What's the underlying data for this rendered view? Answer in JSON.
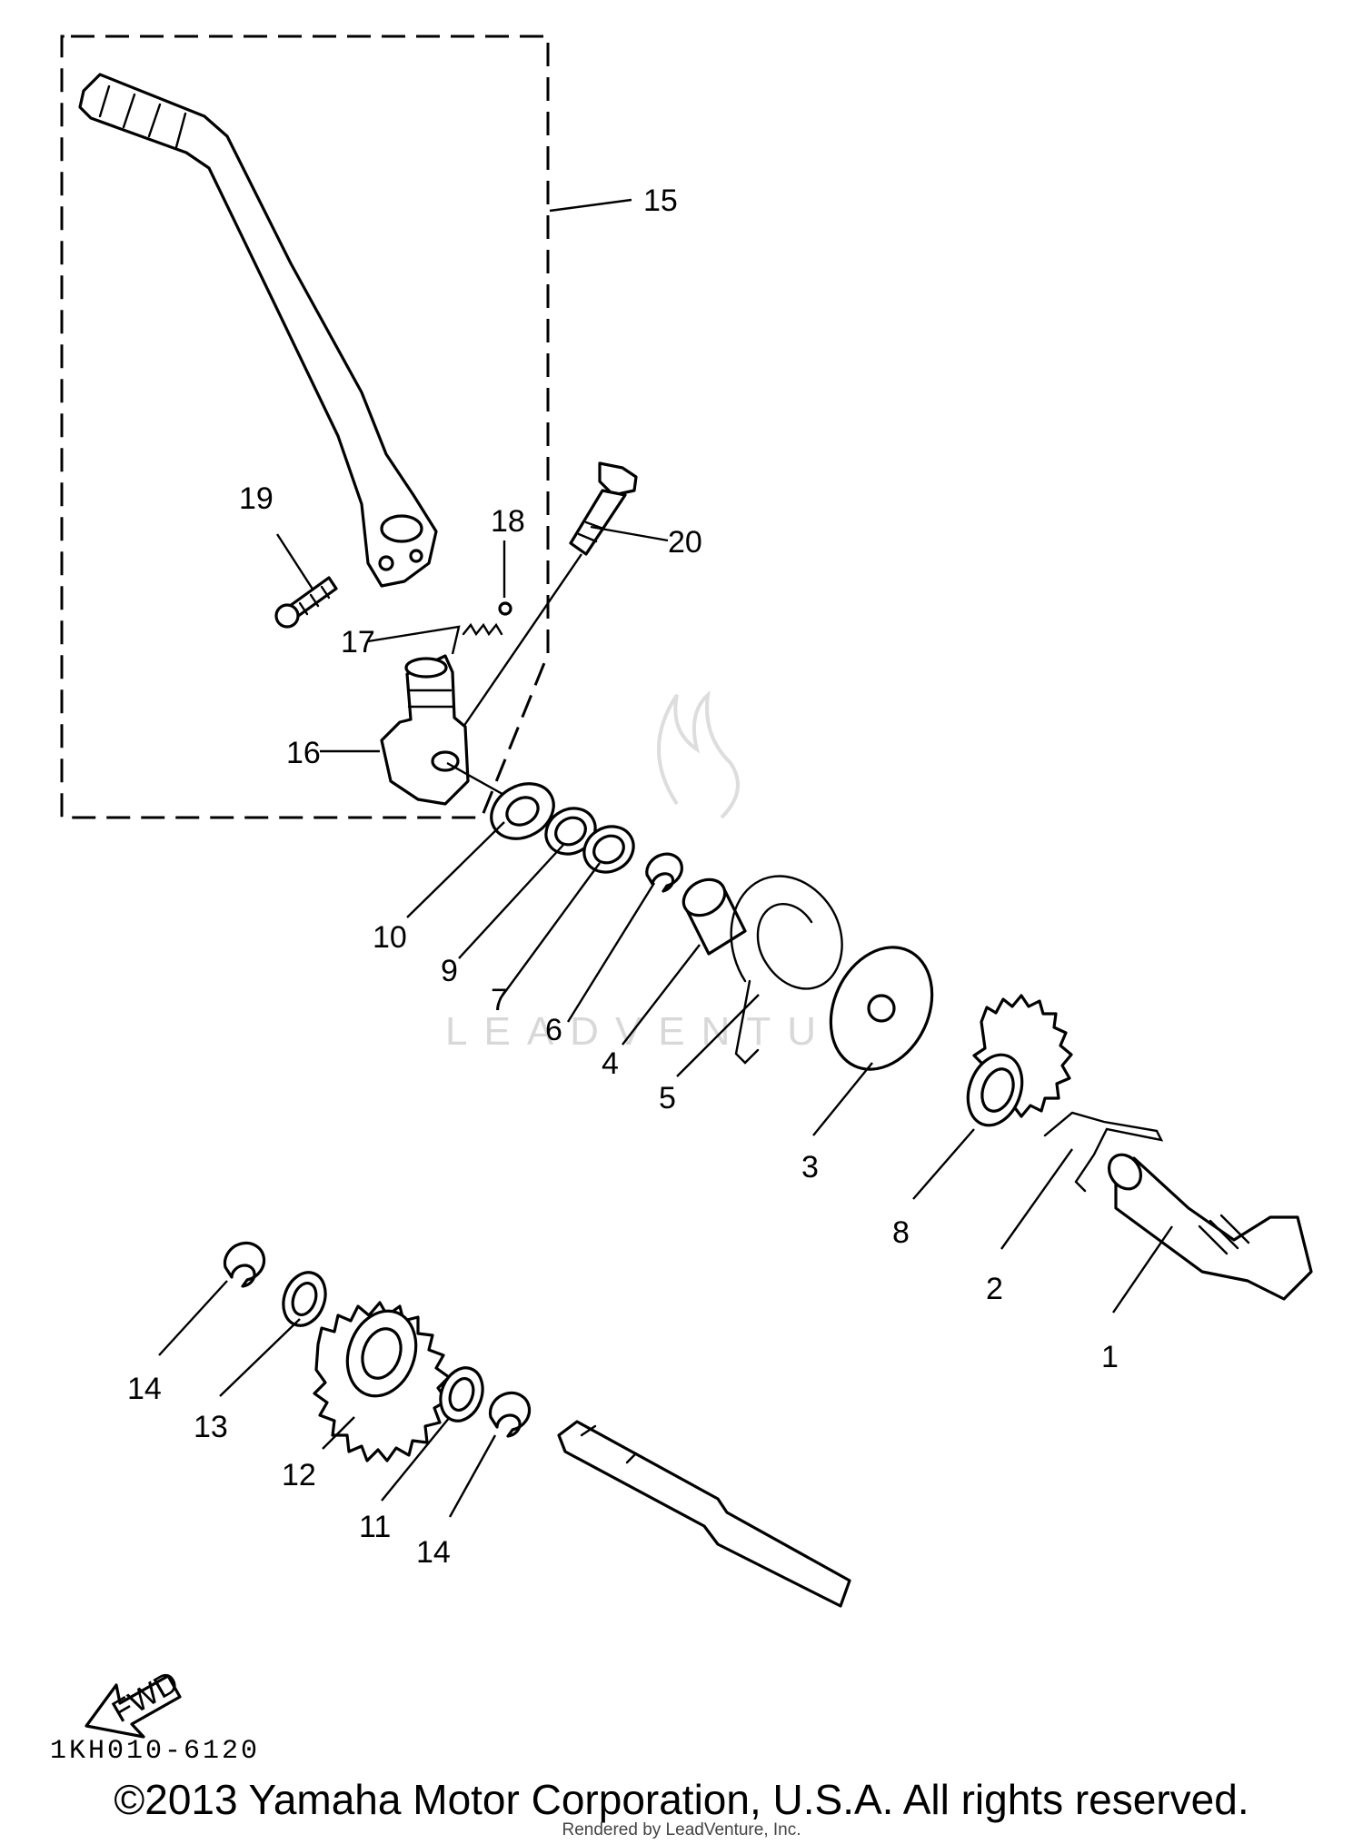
{
  "diagram": {
    "callouts": [
      "1",
      "2",
      "3",
      "4",
      "5",
      "6",
      "7",
      "8",
      "9",
      "10",
      "11",
      "12",
      "13",
      "14",
      "14",
      "15",
      "16",
      "17",
      "18",
      "19",
      "20"
    ],
    "fwd_label": "FWD",
    "drawing_code": "1KH010-6120",
    "watermark": "LEADVENTURE"
  },
  "footer": {
    "copyright": "©2013 Yamaha Motor Corporation, U.S.A. All rights reserved.",
    "rendered_by": "Rendered by LeadVenture, Inc."
  }
}
